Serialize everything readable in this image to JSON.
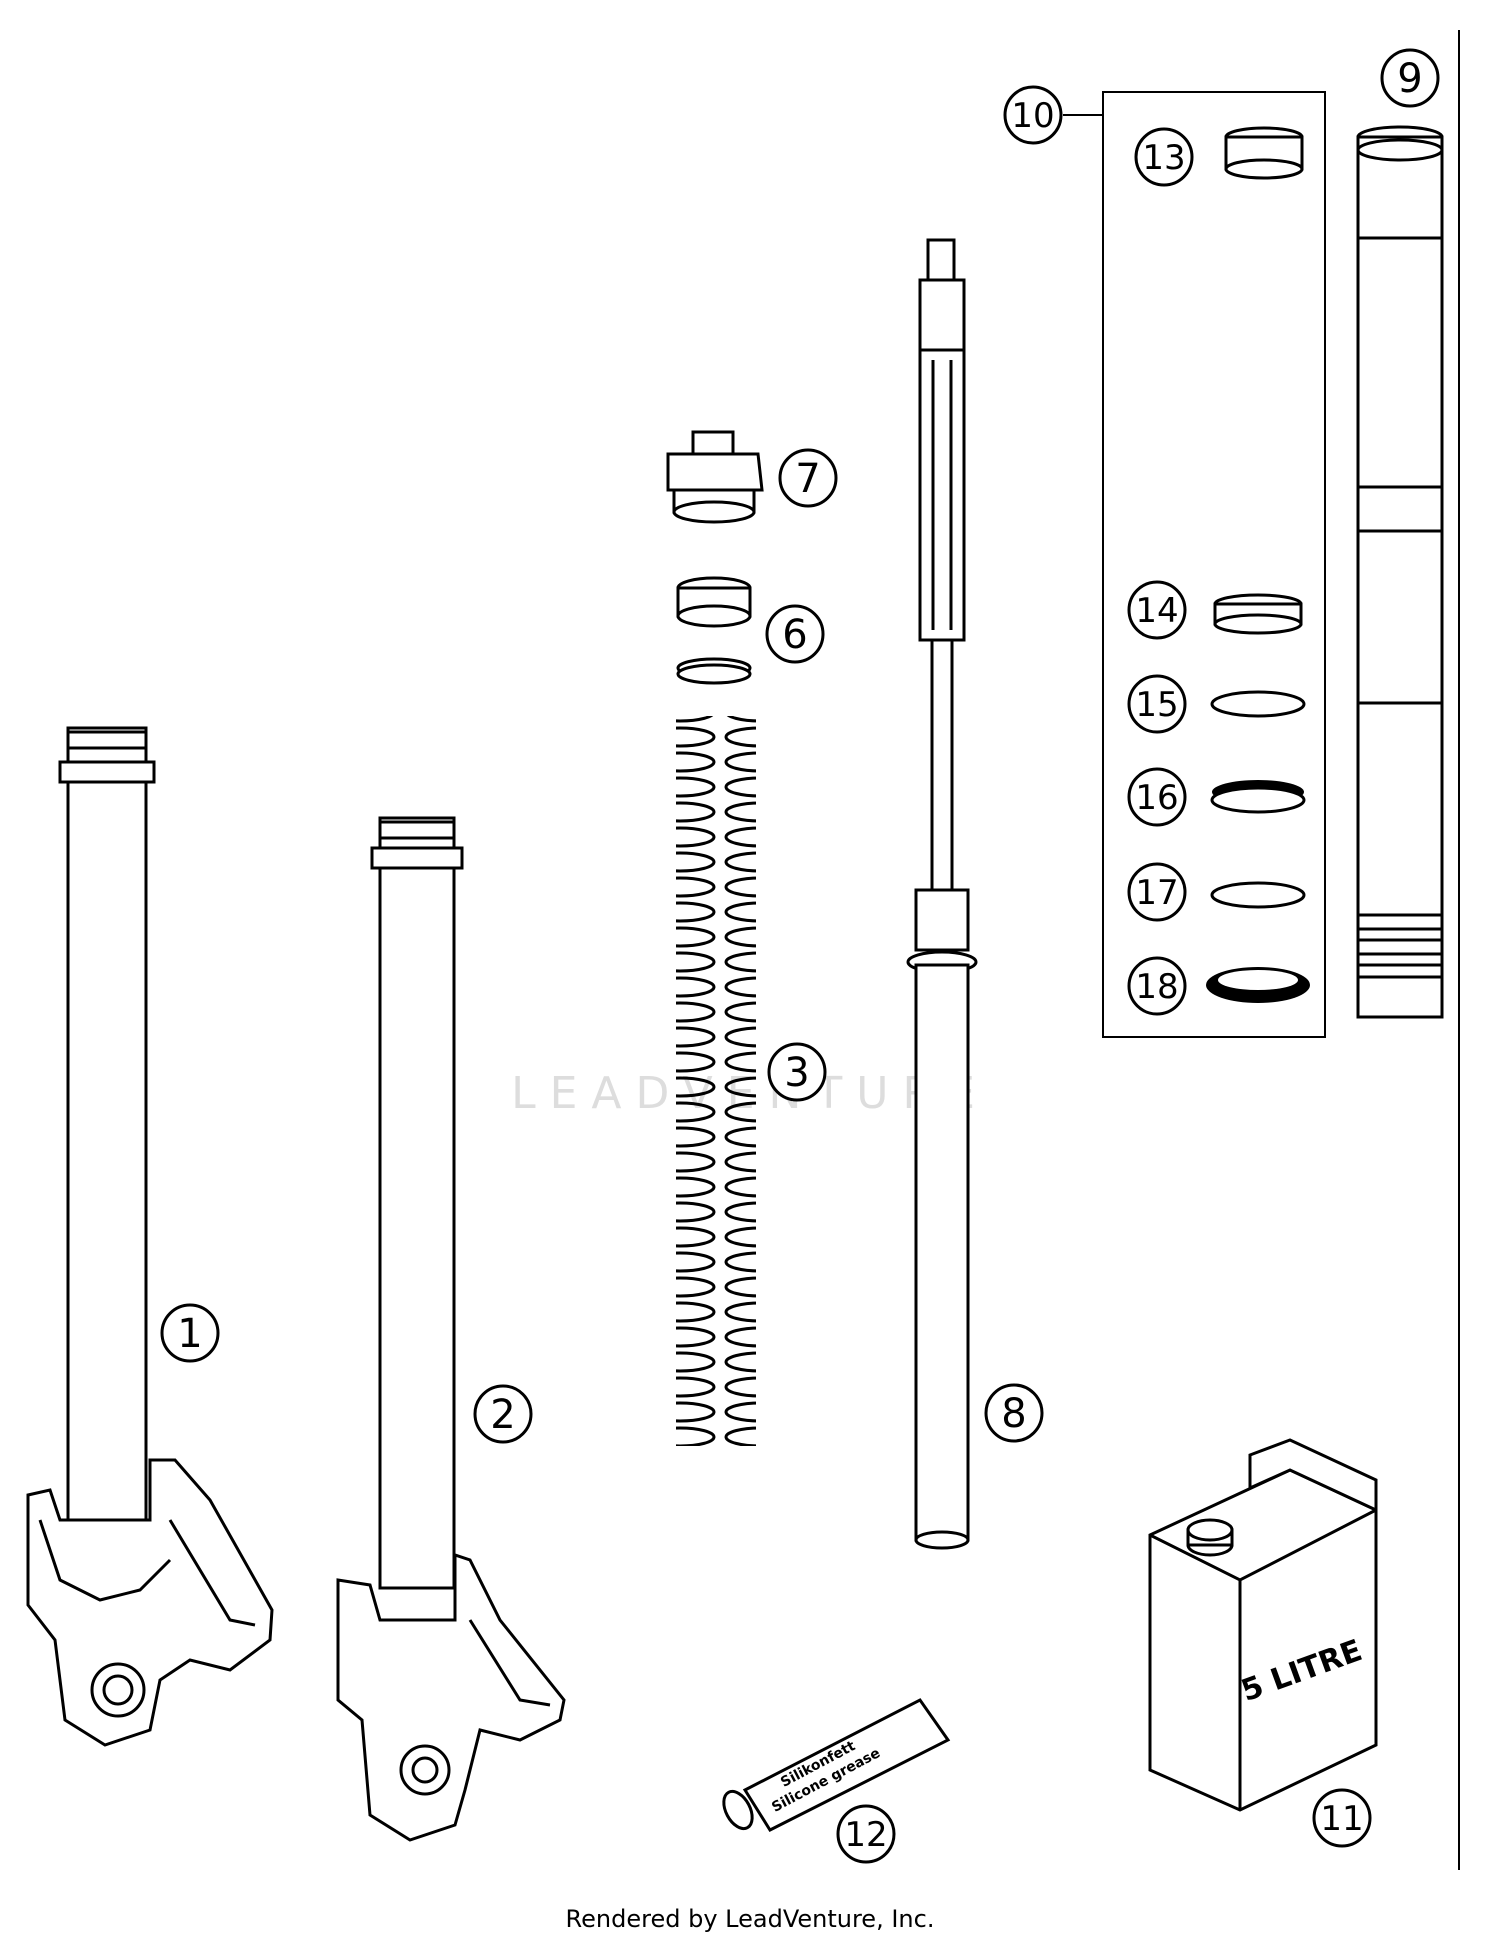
{
  "watermark": "LEADVENTURE",
  "footer": "Rendered by LeadVenture, Inc.",
  "callouts": [
    "1",
    "2",
    "3",
    "6",
    "7",
    "8",
    "9",
    "10",
    "11",
    "12",
    "13",
    "14",
    "15",
    "16",
    "17",
    "18"
  ],
  "oil_can_label": "5 LITRE",
  "grease_tube_label_line1": "Silikonfett",
  "grease_tube_label_line2": "Silicone grease"
}
